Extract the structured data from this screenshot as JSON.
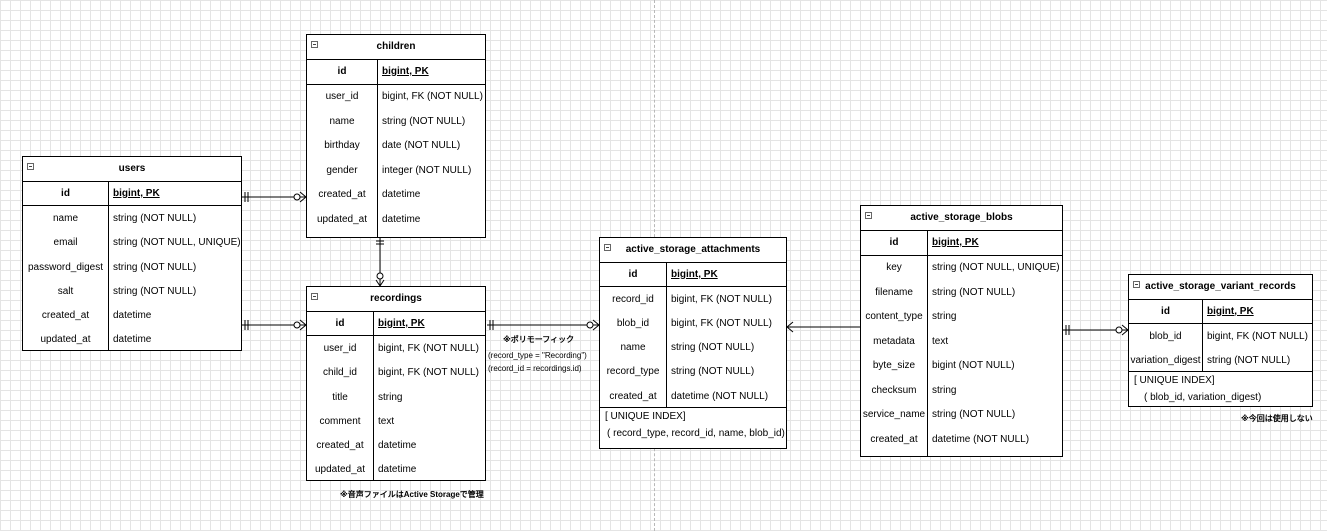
{
  "tables": {
    "children": {
      "title": "children",
      "pk": {
        "key": "id",
        "type": "bigint, PK"
      },
      "rows": [
        {
          "key": "user_id",
          "type": "bigint, FK (NOT NULL)"
        },
        {
          "key": "name",
          "type": "string (NOT NULL)"
        },
        {
          "key": "birthday",
          "type": "date (NOT NULL)"
        },
        {
          "key": "gender",
          "type": "integer (NOT NULL)"
        },
        {
          "key": "created_at",
          "type": "datetime"
        },
        {
          "key": "updated_at",
          "type": "datetime"
        }
      ]
    },
    "users": {
      "title": "users",
      "pk": {
        "key": "id",
        "type": "bigint, PK"
      },
      "rows": [
        {
          "key": "name",
          "type": "string (NOT NULL)"
        },
        {
          "key": "email",
          "type": "string (NOT NULL, UNIQUE)"
        },
        {
          "key": "password_digest",
          "type": "string (NOT NULL)"
        },
        {
          "key": "salt",
          "type": "string    (NOT NULL)"
        },
        {
          "key": "created_at",
          "type": "datetime"
        },
        {
          "key": "updated_at",
          "type": "datetime"
        }
      ]
    },
    "recordings": {
      "title": "recordings",
      "pk": {
        "key": "id",
        "type": "bigint, PK"
      },
      "rows": [
        {
          "key": "user_id",
          "type": "bigint, FK (NOT NULL)"
        },
        {
          "key": "child_id",
          "type": "bigint, FK (NOT NULL)"
        },
        {
          "key": "title",
          "type": "string"
        },
        {
          "key": "comment",
          "type": "text"
        },
        {
          "key": "created_at",
          "type": "datetime"
        },
        {
          "key": "updated_at",
          "type": "datetime"
        }
      ]
    },
    "attachments": {
      "title": "active_storage_attachments",
      "pk": {
        "key": "id",
        "type": "bigint, PK"
      },
      "rows": [
        {
          "key": "record_id",
          "type": "bigint, FK (NOT NULL)"
        },
        {
          "key": "blob_id",
          "type": "bigint, FK (NOT NULL)"
        },
        {
          "key": "name",
          "type": "string (NOT NULL)"
        },
        {
          "key": "record_type",
          "type": "string (NOT NULL)"
        },
        {
          "key": "created_at",
          "type": "datetime (NOT NULL)"
        }
      ],
      "index": [
        "[ UNIQUE INDEX]",
        "( record_type, record_id, name, blob_id)"
      ]
    },
    "blobs": {
      "title": "active_storage_blobs",
      "pk": {
        "key": "id",
        "type": "bigint, PK"
      },
      "rows": [
        {
          "key": "key",
          "type": "string (NOT NULL, UNIQUE)"
        },
        {
          "key": "filename",
          "type": "string (NOT NULL)"
        },
        {
          "key": "content_type",
          "type": "string"
        },
        {
          "key": "metadata",
          "type": "text"
        },
        {
          "key": "byte_size",
          "type": "bigint (NOT NULL)"
        },
        {
          "key": "checksum",
          "type": "string"
        },
        {
          "key": "service_name",
          "type": "string (NOT NULL)"
        },
        {
          "key": "created_at",
          "type": "datetime (NOT NULL)"
        }
      ]
    },
    "variants": {
      "title": "active_storage_variant_records",
      "pk": {
        "key": "id",
        "type": "bigint, PK"
      },
      "rows": [
        {
          "key": "blob_id",
          "type": "bigint, FK (NOT NULL)"
        },
        {
          "key": "variation_digest",
          "type": "string (NOT NULL)"
        }
      ],
      "index": [
        "[ UNIQUE INDEX]",
        "( blob_id, variation_digest)"
      ]
    }
  },
  "notes": {
    "polymorphic_title": "※ポリモーフィック",
    "polymorphic_line1": "(record_type = \"Recording\")",
    "polymorphic_line2": "(record_id = recordings.id)",
    "active_storage_note": "※音声ファイルはActive Storageで管理",
    "unused_note": "※今回は使用しない"
  }
}
